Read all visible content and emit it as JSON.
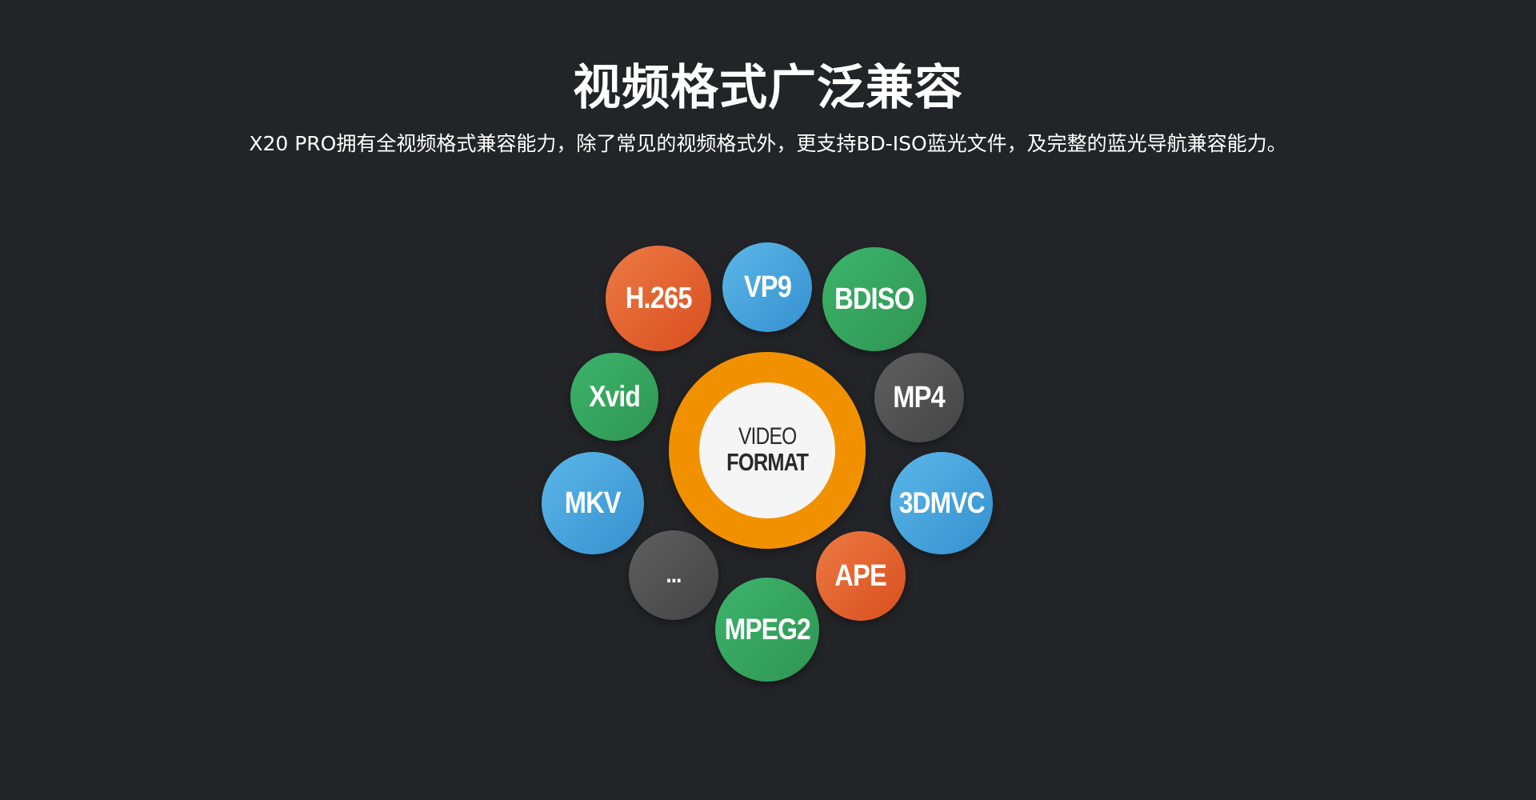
{
  "header": {
    "title": "视频格式广泛兼容",
    "subtitle": "X20 PRO拥有全视频格式兼容能力，除了常见的视频格式外，更支持BD-ISO蓝光文件，及完整的蓝光导航兼容能力。"
  },
  "hub": {
    "line1": "VIDEO",
    "line2": "FORMAT",
    "ring_color": "#f29100"
  },
  "formats": [
    {
      "id": "h265",
      "label": "H.265",
      "color": "orange"
    },
    {
      "id": "vp9",
      "label": "VP9",
      "color": "blue"
    },
    {
      "id": "bdiso",
      "label": "BDISO",
      "color": "green"
    },
    {
      "id": "mp4",
      "label": "MP4",
      "color": "gray"
    },
    {
      "id": "3dmvc",
      "label": "3DMVC",
      "color": "blue"
    },
    {
      "id": "ape",
      "label": "APE",
      "color": "orange"
    },
    {
      "id": "mpeg2",
      "label": "MPEG2",
      "color": "green"
    },
    {
      "id": "more",
      "label": "...",
      "color": "gray"
    },
    {
      "id": "mkv",
      "label": "MKV",
      "color": "blue"
    },
    {
      "id": "xvid",
      "label": "Xvid",
      "color": "green"
    }
  ],
  "palette": {
    "orange": "#e4622e",
    "blue": "#46a3dc",
    "green": "#36a85f",
    "gray": "#555555",
    "background": "#232428"
  }
}
